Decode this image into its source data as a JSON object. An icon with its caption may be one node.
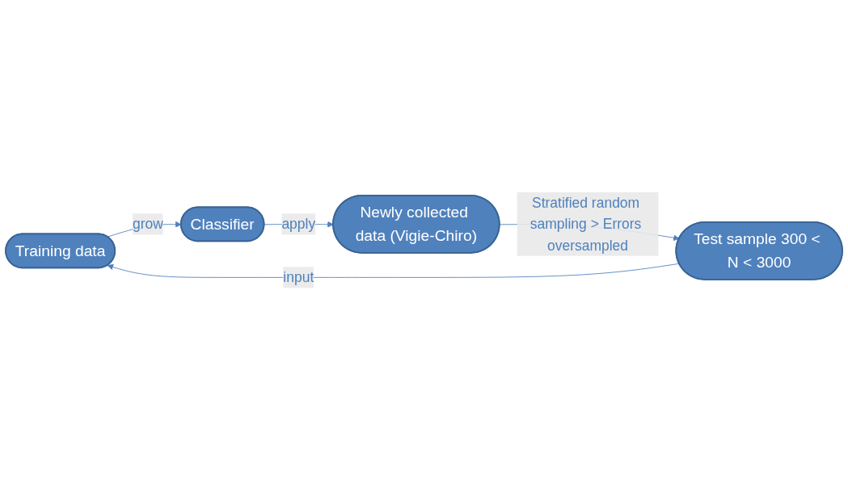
{
  "diagram": {
    "nodes": [
      {
        "text": [
          "Training data"
        ]
      },
      {
        "text": [
          "Classifier"
        ]
      },
      {
        "text": [
          "Newly collected data (Vigie-Chiro)"
        ]
      },
      {
        "text": [
          "Test sample 300 < N < 3000"
        ]
      }
    ],
    "edges": [
      {
        "from": 0,
        "to": 1,
        "arrow": "to",
        "label": "grow"
      },
      {
        "from": 1,
        "to": 2,
        "arrow": "to",
        "label": "apply"
      },
      {
        "from": 2,
        "to": 3,
        "arrow": "to",
        "label": "Stratified random sampling > Errors oversampled"
      },
      {
        "from": 3,
        "to": 0,
        "arrow": "to",
        "label": "input"
      }
    ]
  }
}
